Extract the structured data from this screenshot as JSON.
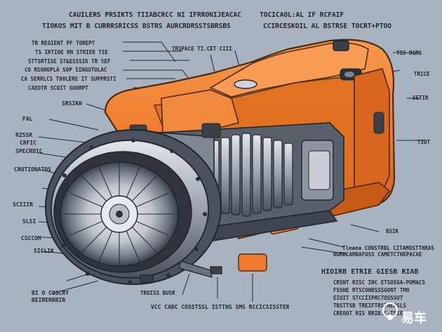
{
  "header": {
    "title_left_1": "CAUILERS PRSIKTS TIIABCRCC NI IFRRONIJEACAC",
    "title_left_2": "TIOKOS MIT B CURRRSRICSS   BSTRS AURCRDRSSTSBRSBS",
    "title_right_1": "TOCICAOL:AL IF RCFAIF",
    "title_right_2": "CCIRCESKOIL AL BSTRSE TOCRT+PTOO"
  },
  "callouts_left": [
    "TR REGIENT PF TOREPT",
    "TS IRTIOE RN   STRIER TSE",
    "STTSRTISE ST&ESSSIK TR 5EF",
    "CO RSOHOPLA SOP SINGUTOLAC",
    "CA SERRLCS T00LERE  IT SUPPRSTI",
    "CAEOTR SCOIT GOORPT",
    "SRSIKH",
    "FAL",
    "RZSSR",
    "CRFIC",
    "SPECRDIC",
    "CROTIONATOS",
    "SCIIIR",
    "SLSI",
    "CSCCOM",
    "SICLIK",
    "BI O COSCRY",
    "BEIRERBBIR"
  ],
  "callouts_top": [
    "TRSPACE TI.CET CIII"
  ],
  "callouts_right": [
    "TSS BGRS",
    "TRICE",
    "SETIR",
    "TIOT",
    "BSIK",
    "Tleaea CONSTRBL CITAMOSTTHRAS",
    "BURBCAMBAFOSS CAMETCTHEPACAE"
  ],
  "callouts_bottom": [
    "TROISS BUSR",
    "VCC CABC COSSTSSL  ISTTHS SMS  RCCICSISSTER"
  ],
  "legend": {
    "heading": "HIOIRB ETRIE GIESB RIAB",
    "rows": [
      "CRSNT RISC INC ETSOSGA-POMACS",
      "FSSNE   RTSCOHBSSSGONT TMO",
      "EIUIT   STCCIIPRCTOSSSUT",
      "TBSTTSB  TREIFTRSTHERSLS",
      "CREOOT RIS   RRIB.C-TSIE"
    ]
  },
  "watermark": {
    "text": "易车"
  },
  "colors": {
    "background": "#a9b3bf",
    "housing_orange": "#ef7b2d",
    "housing_shadow": "#c85a19",
    "metal_light": "#d9dde3",
    "metal_mid": "#9aa2ad",
    "metal_dark": "#4b525c",
    "ink": "#1f2530"
  }
}
